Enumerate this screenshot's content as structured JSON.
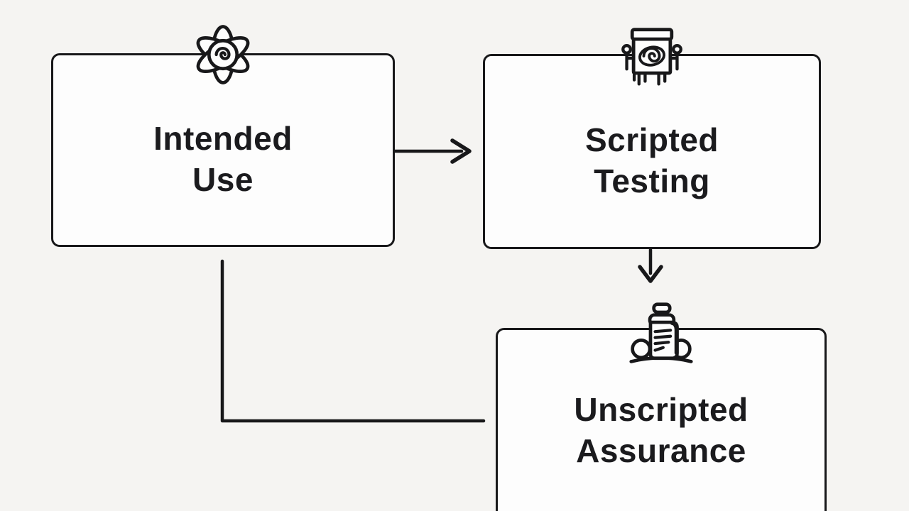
{
  "diagram": {
    "background_color": "#f5f4f2",
    "node_fill_color": "#fdfdfd",
    "stroke_color": "#18181a",
    "text_color": "#1b1b1e",
    "nodes": [
      {
        "id": "intended-use",
        "label": "Intended Use",
        "line1": "Intended",
        "line2": "Use",
        "icon": "atom-spiral-icon"
      },
      {
        "id": "scripted-testing",
        "label": "Scripted Testing",
        "line1": "Scripted",
        "line2": "Testing",
        "icon": "presentation-screen-icon"
      },
      {
        "id": "unscripted-assurance",
        "label": "Unscripted Assurance",
        "line1": "Unscripted",
        "line2": "Assurance",
        "icon": "scroll-document-icon"
      }
    ],
    "edges": [
      {
        "from": "Intended Use",
        "to": "Scripted Testing",
        "style": "arrow-right"
      },
      {
        "from": "Scripted Testing",
        "to": "Unscripted Assurance",
        "style": "arrow-down"
      },
      {
        "from": "Intended Use",
        "to": "Unscripted Assurance",
        "style": "elbow-line"
      }
    ]
  }
}
